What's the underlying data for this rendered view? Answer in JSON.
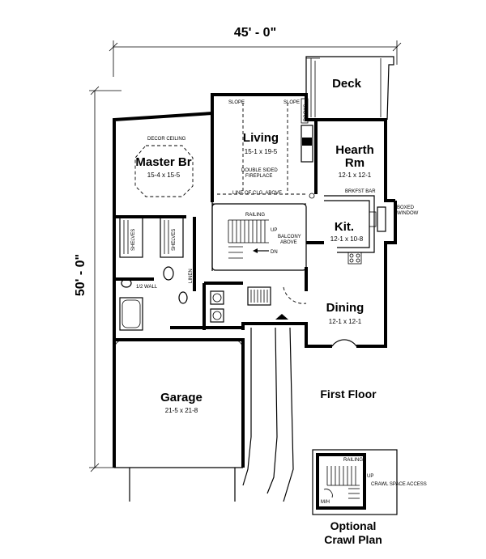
{
  "dimensions": {
    "width": "45' - 0\"",
    "depth": "50' - 0\""
  },
  "rooms": {
    "deck": {
      "name": "Deck"
    },
    "living": {
      "name": "Living",
      "size": "15-1 x 19-5"
    },
    "master": {
      "name": "Master Br",
      "size": "15-4 x 15-5",
      "note": "DECOR CEILING"
    },
    "hearth": {
      "name": "Hearth",
      "name2": "Rm",
      "size": "12-1 x 12-1"
    },
    "kitchen": {
      "name": "Kit.",
      "size": "12-1 x 10-8"
    },
    "dining": {
      "name": "Dining",
      "size": "12-1 x 12-1"
    },
    "garage": {
      "name": "Garage",
      "size": "21-5 x 21-8"
    }
  },
  "notes": {
    "slope_left": "SLOPE",
    "slope_right": "SLOPE",
    "fireplace_line1": "DOUBLE SIDED",
    "fireplace_line2": "FIREPLACE",
    "line_above": "LINE OF CLG. ABOVE",
    "brkfst_bar": "BRKFST BAR",
    "boxed_window_1": "BOXED",
    "boxed_window_2": "WINDOW",
    "railing": "RAILING",
    "up": "UP",
    "balcony_1": "BALCONY",
    "balcony_2": "ABOVE",
    "dn": "DN",
    "shelves_left": "SHELVES",
    "shelves_right": "SHELVES",
    "half_wall": "1/2 WALL",
    "linen": "LINEN",
    "books": "BOOKS"
  },
  "floor_label": "First Floor",
  "optional": {
    "title_1": "Optional",
    "title_2": "Crawl Plan",
    "railing": "RAILING",
    "up": "UP",
    "crawl_access": "CRAWL SPACE ACCESS",
    "mh": "M/H"
  }
}
